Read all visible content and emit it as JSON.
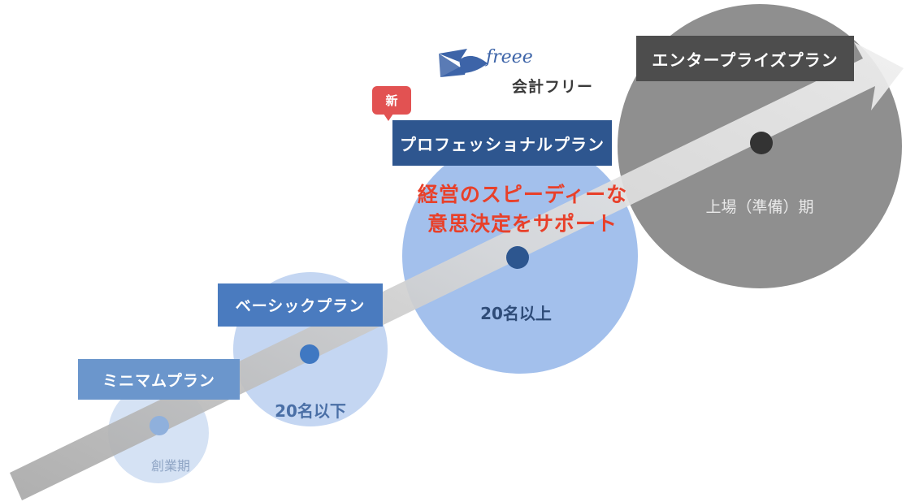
{
  "logo": {
    "script": "freee",
    "text": "会計フリー",
    "bird_color": "#3d64a8"
  },
  "badge": {
    "text": "新",
    "color": "#e25252"
  },
  "tagline": {
    "line1": "経営のスピーディーな",
    "line2": "意思決定をサポート",
    "color": "#e8402a"
  },
  "plans": [
    {
      "id": "minimum",
      "label": "ミニマムプラン",
      "label_color": "#6b96cc",
      "circle_color": "#d5e2f4",
      "dot_color": "#8fb0dc",
      "circle_text": "創業期",
      "circle_text_color": "#8ea4c4"
    },
    {
      "id": "basic",
      "label": "ベーシックプラン",
      "label_color": "#4a7bbf",
      "circle_color": "#c4d6f2",
      "dot_color": "#3f78c2",
      "circle_text": "20名以下",
      "circle_text_color": "#4a6fa6"
    },
    {
      "id": "professional",
      "label": "プロフェッショナルプラン",
      "label_color": "#2e568f",
      "circle_color": "#a3c0ec",
      "dot_color": "#2d568f",
      "circle_text": "20名以上",
      "circle_text_color": "#2f4c78"
    },
    {
      "id": "enterprise",
      "label": "エンタープライズプラン",
      "label_color": "#4d4d4d",
      "circle_color": "#8f8f8f",
      "dot_color": "#333333",
      "circle_text": "上場（準備）期",
      "circle_text_color": "#e9e9e9"
    }
  ]
}
